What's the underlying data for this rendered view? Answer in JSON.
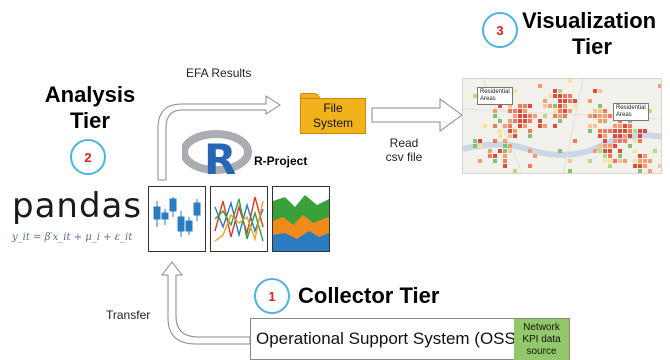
{
  "collector_tier": {
    "badge": "1",
    "title": "Collector Tier"
  },
  "analysis_tier": {
    "title_line1": "Analysis",
    "title_line2": "Tier",
    "badge": "2"
  },
  "visualization_tier": {
    "badge": "3",
    "title_line1": "Visualization",
    "title_line2": "Tier"
  },
  "labels": {
    "efa_results": "EFA Results",
    "read_line1": "Read",
    "read_line2": "csv file",
    "transfer": "Transfer"
  },
  "file_system": {
    "line1": "File",
    "line2": "System"
  },
  "r_project": {
    "logo_letter": "R",
    "label": "R-Project"
  },
  "pandas": {
    "logo_text": "pandas",
    "formula": "y_it = β′x_it + μ_i + ε_it"
  },
  "oss": {
    "label": "Operational Support System (OSS)",
    "kpi_line1": "Network",
    "kpi_line2": "KPI data",
    "kpi_line3": "source"
  },
  "map": {
    "callout_left": [
      "Residential",
      "Areas"
    ],
    "callout_right": [
      "Residential",
      "Areas"
    ]
  },
  "colors": {
    "badge_ring": "#4cb3e6",
    "badge_number": "#d42424",
    "folder": "#f2b21c",
    "kpi_box": "#93c86a",
    "r_blue": "#2567b4"
  }
}
